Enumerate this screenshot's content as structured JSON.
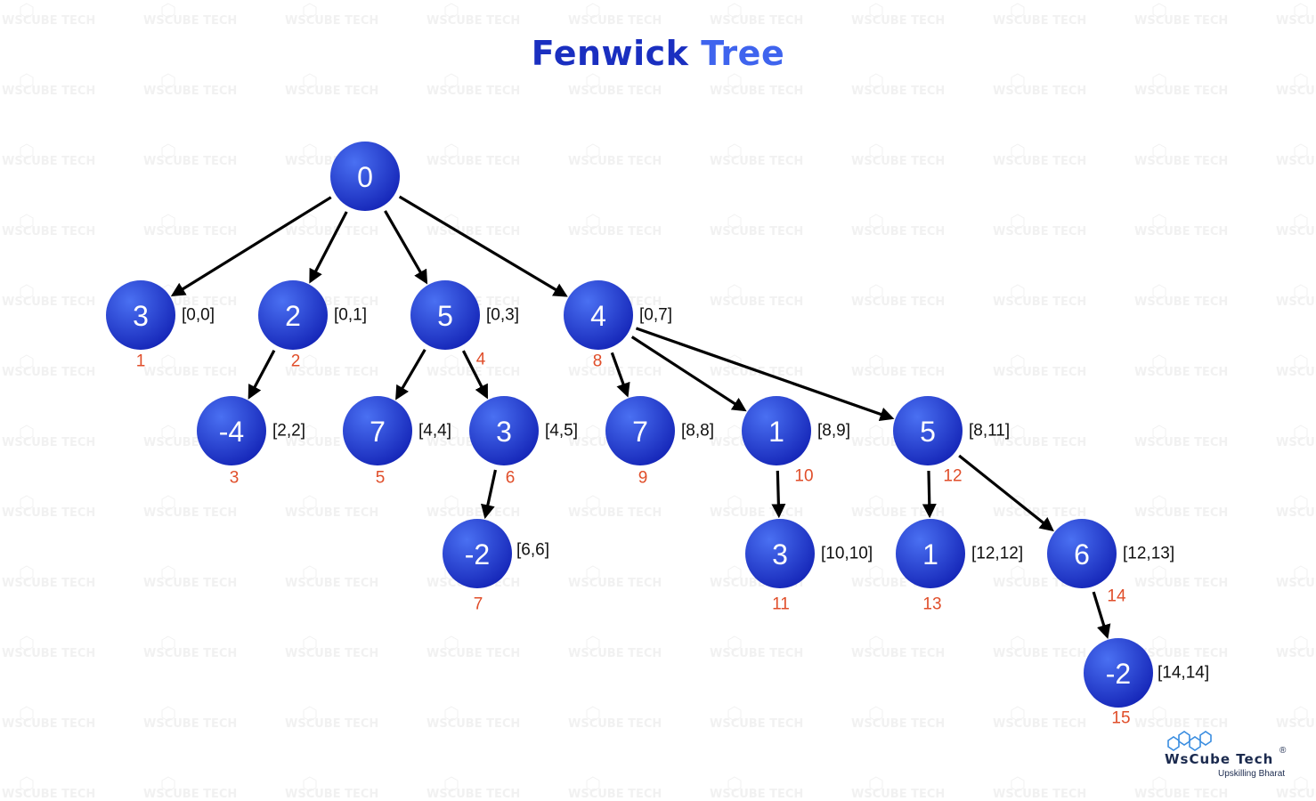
{
  "title": {
    "part1": "Fenwick",
    "part2": "Tree"
  },
  "colors": {
    "node_fill_light": "#3d63ee",
    "node_fill_dark": "#1526b8",
    "index_text": "#e04e2a",
    "title_dark": "#1a2fc0",
    "title_light": "#3f64ee",
    "edge": "#000000"
  },
  "nodes": [
    {
      "id": "root",
      "value": "0",
      "range": "",
      "index": ""
    },
    {
      "id": "n1",
      "value": "3",
      "range": "[0,0]",
      "index": "1"
    },
    {
      "id": "n2",
      "value": "2",
      "range": "[0,1]",
      "index": "2"
    },
    {
      "id": "n4",
      "value": "5",
      "range": "[0,3]",
      "index": "4"
    },
    {
      "id": "n8",
      "value": "4",
      "range": "[0,7]",
      "index": "8"
    },
    {
      "id": "n3",
      "value": "-4",
      "range": "[2,2]",
      "index": "3"
    },
    {
      "id": "n5",
      "value": "7",
      "range": "[4,4]",
      "index": "5"
    },
    {
      "id": "n6",
      "value": "3",
      "range": "[4,5]",
      "index": "6"
    },
    {
      "id": "n9",
      "value": "7",
      "range": "[8,8]",
      "index": "9"
    },
    {
      "id": "n10",
      "value": "1",
      "range": "[8,9]",
      "index": "10"
    },
    {
      "id": "n12",
      "value": "5",
      "range": "[8,11]",
      "index": "12"
    },
    {
      "id": "n7",
      "value": "-2",
      "range": "[6,6]",
      "index": "7"
    },
    {
      "id": "n11",
      "value": "3",
      "range": "[10,10]",
      "index": "11"
    },
    {
      "id": "n13",
      "value": "1",
      "range": "[12,12]",
      "index": "13"
    },
    {
      "id": "n14",
      "value": "6",
      "range": "[12,13]",
      "index": "14"
    },
    {
      "id": "n15",
      "value": "-2",
      "range": "[14,14]",
      "index": "15"
    }
  ],
  "edges": [
    [
      "root",
      "n1"
    ],
    [
      "root",
      "n2"
    ],
    [
      "root",
      "n4"
    ],
    [
      "root",
      "n8"
    ],
    [
      "n2",
      "n3"
    ],
    [
      "n4",
      "n5"
    ],
    [
      "n4",
      "n6"
    ],
    [
      "n6",
      "n7"
    ],
    [
      "n8",
      "n9"
    ],
    [
      "n8",
      "n10"
    ],
    [
      "n8",
      "n12"
    ],
    [
      "n10",
      "n11"
    ],
    [
      "n12",
      "n13"
    ],
    [
      "n12",
      "n14"
    ],
    [
      "n14",
      "n15"
    ]
  ],
  "brand": {
    "name": "WsCube Tech",
    "tagline": "Upskilling Bharat",
    "registered_mark": "®"
  }
}
